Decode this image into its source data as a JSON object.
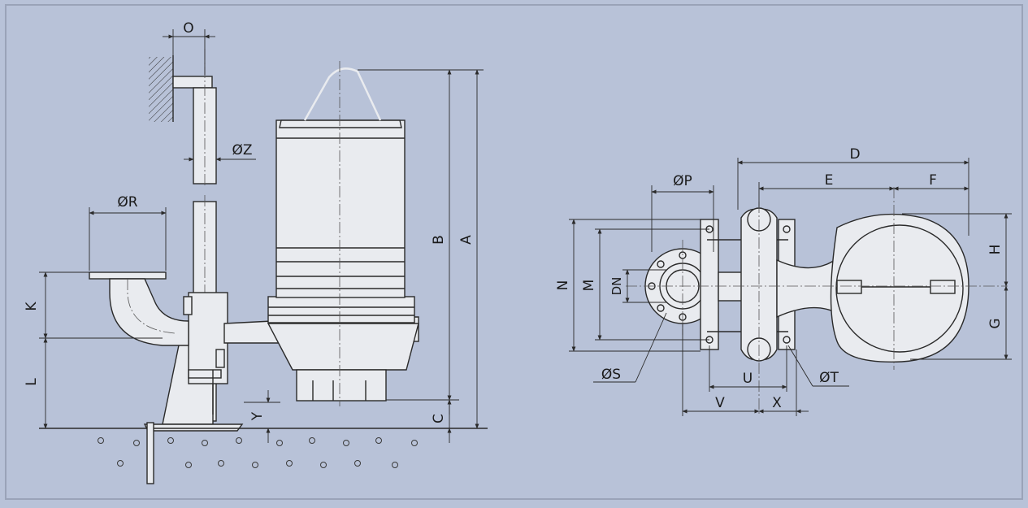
{
  "colors": {
    "background": "#b8c2d8",
    "panel_border": "#9aa3b8",
    "line": "#2a2a2a",
    "part_fill": "#e9ebef"
  },
  "side_view": {
    "labels": {
      "O": "O",
      "Z": "ØZ",
      "R": "ØR",
      "K": "K",
      "L": "L",
      "Y": "Y",
      "B": "B",
      "A": "A",
      "C": "C"
    }
  },
  "top_view": {
    "labels": {
      "P": "ØP",
      "D": "D",
      "E": "E",
      "F": "F",
      "N": "N",
      "M": "M",
      "DN": "DN",
      "H": "H",
      "G": "G",
      "S": "ØS",
      "U": "U",
      "T": "ØT",
      "V": "V",
      "X": "X"
    }
  }
}
